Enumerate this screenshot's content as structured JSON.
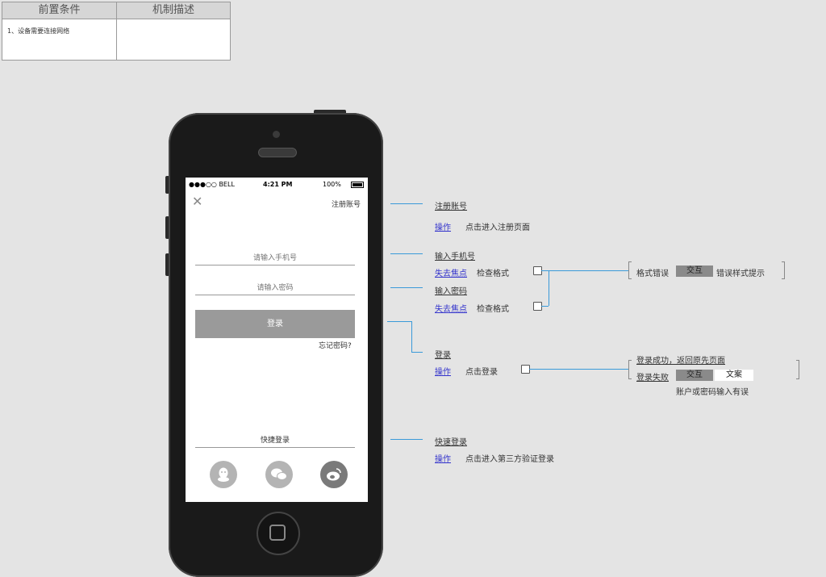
{
  "table": {
    "headers": [
      "前置条件",
      "机制描述"
    ],
    "conditions": "1、设备需要连接网络",
    "description": ""
  },
  "phone": {
    "status": {
      "carrier": "●●●○○ BELL",
      "time": "4:21 PM",
      "battery": "100%"
    },
    "register_link": "注册账号",
    "phone_placeholder": "请输入手机号",
    "password_placeholder": "请输入密码",
    "login_button": "登录",
    "forgot_password": "忘记密码?",
    "quick_login": "快捷登录"
  },
  "annotations": {
    "register": {
      "title": "注册账号",
      "action": "操作",
      "desc": "点击进入注册页面"
    },
    "phone": {
      "title": "输入手机号",
      "action": "失去焦点",
      "desc": "检查格式"
    },
    "password": {
      "title": "输入密码",
      "action": "失去焦点",
      "desc": "检查格式"
    },
    "format_result": {
      "label": "格式错误",
      "tag": "交互",
      "desc": "错误样式提示"
    },
    "login": {
      "title": "登录",
      "action": "操作",
      "desc": "点击登录"
    },
    "login_result": {
      "success": "登录成功，返回原先页面",
      "fail": "登录失败",
      "fail_tag": "交互",
      "fail_tag2": "文案",
      "fail_desc": "账户或密码输入有误"
    },
    "quick": {
      "title": "快速登录",
      "action": "操作",
      "desc": "点击进入第三方验证登录"
    }
  },
  "colors": {
    "connector": "#3a9ad9",
    "button": "#9a9a9a"
  }
}
